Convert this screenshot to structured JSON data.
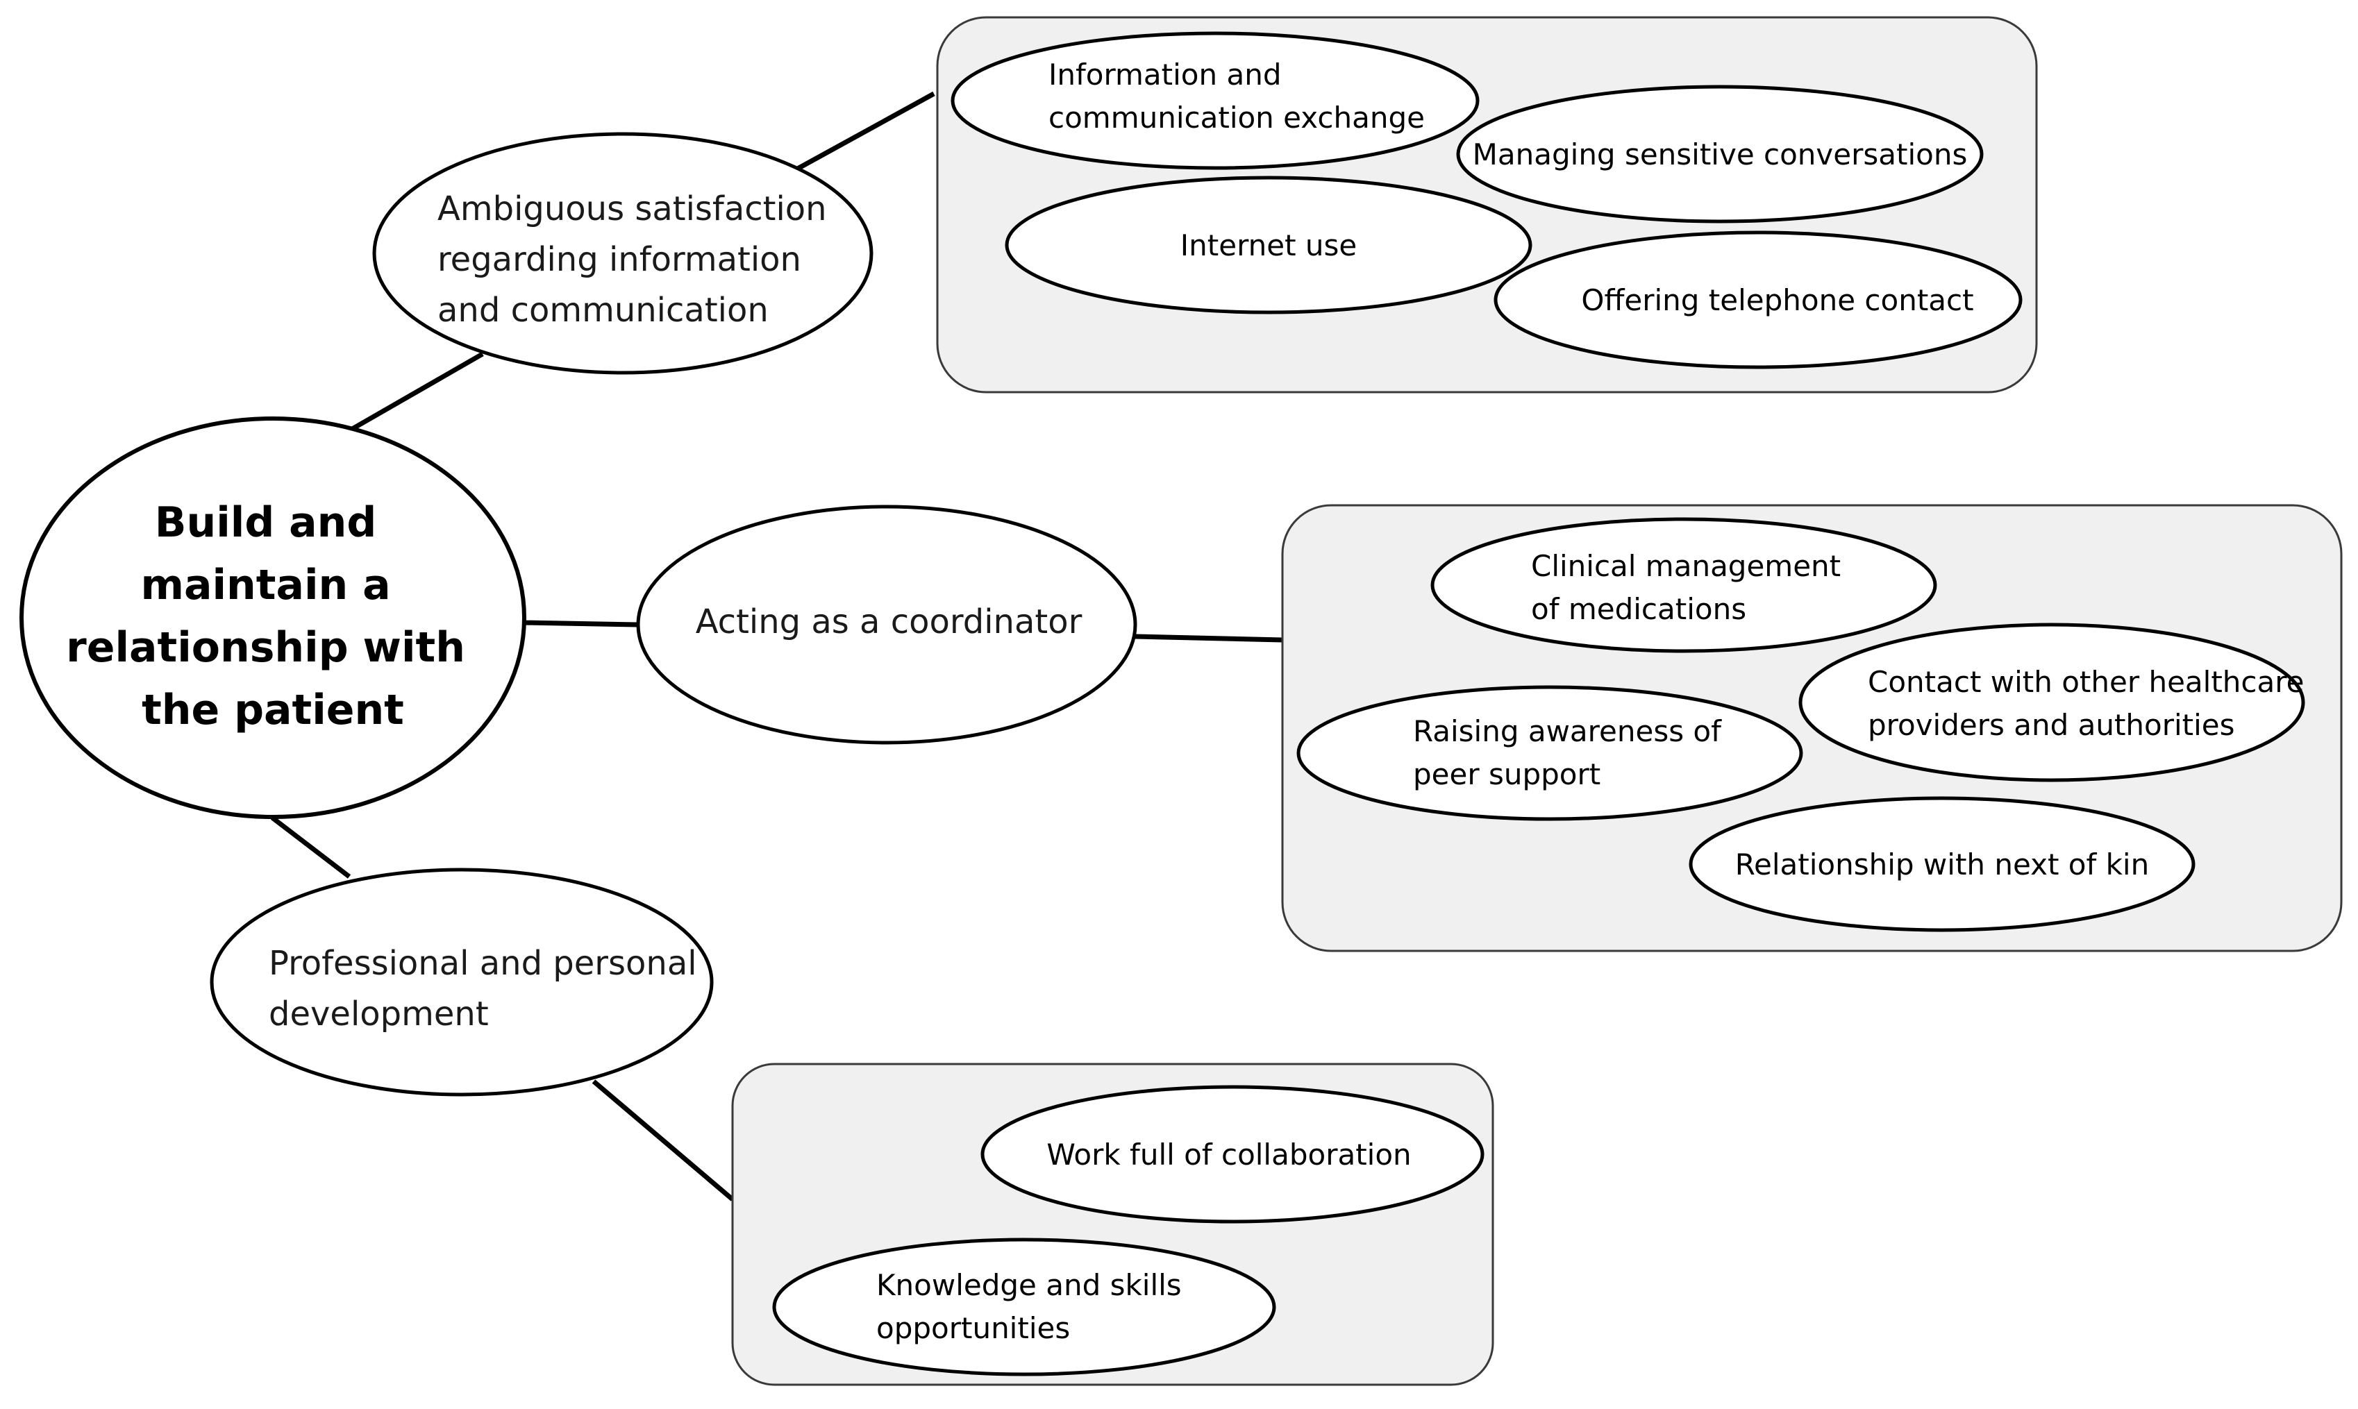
{
  "central": {
    "line1": "Build and",
    "line2": "maintain a",
    "line3": "relationship with",
    "line4": "the patient"
  },
  "themes": {
    "information": {
      "line1": "Ambiguous satisfaction",
      "line2": "regarding information",
      "line3": "and communication"
    },
    "coordinator": {
      "line1": "Acting as a coordinator"
    },
    "development": {
      "line1": "Professional and personal",
      "line2": "development"
    }
  },
  "subthemes": {
    "info_exchange": {
      "line1": "Information and",
      "line2": "communication exchange"
    },
    "sensitive_conversations": {
      "line1": "Managing sensitive conversations"
    },
    "internet_use": {
      "line1": "Internet use"
    },
    "telephone_contact": {
      "line1": "Offering telephone contact"
    },
    "medications": {
      "line1": "Clinical management",
      "line2": "of medications"
    },
    "healthcare_contact": {
      "line1": "Contact with other healthcare",
      "line2": "providers and authorities"
    },
    "peer_support": {
      "line1": "Raising awareness of",
      "line2": "peer support"
    },
    "next_of_kin": {
      "line1": "Relationship with next of kin"
    },
    "collaboration": {
      "line1": "Work full of collaboration"
    },
    "knowledge_skills": {
      "line1": "Knowledge and skills",
      "line2": "opportunities"
    }
  }
}
